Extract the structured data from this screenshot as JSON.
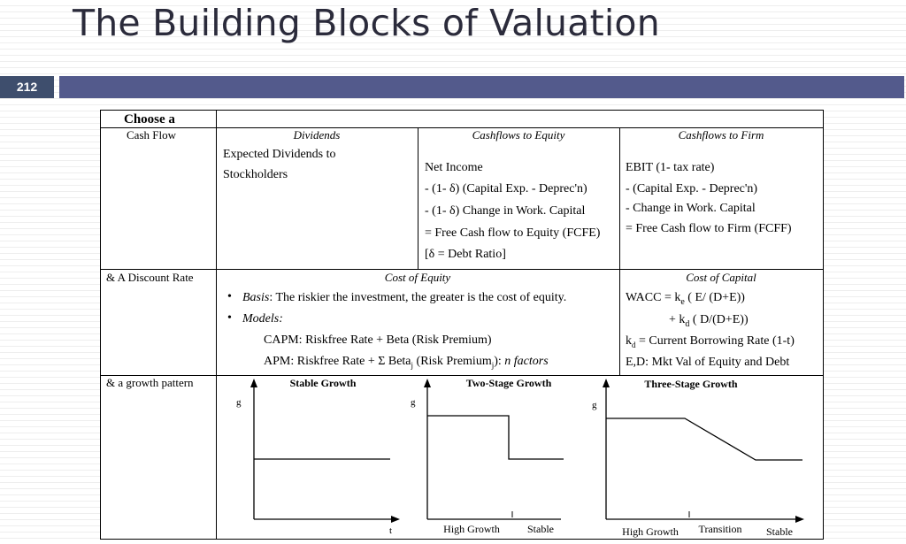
{
  "title": "The Building Blocks of Valuation",
  "slide_number": "212",
  "rows": {
    "cash_flow": {
      "label_top": "Choose a",
      "label_bottom": "Cash Flow"
    },
    "discount_rate": {
      "label": "& A Discount Rate"
    },
    "growth": {
      "label": "& a growth pattern"
    }
  },
  "dividends": {
    "heading": "Dividends",
    "lines": [
      "Expected Dividends to",
      "Stockholders"
    ]
  },
  "fcfe": {
    "heading": "Cashflows to Equity",
    "lines": [
      "Net Income",
      "- (1- δ) (Capital Exp. - Deprec'n)",
      "- (1- δ) Change in Work. Capital",
      "= Free Cash flow to Equity (FCFE)",
      "[δ = Debt Ratio]"
    ]
  },
  "fcff": {
    "heading": "Cashflows to Firm",
    "lines": [
      "EBIT (1- tax rate)",
      "- (Capital Exp. - Deprec'n)",
      "- Change in Work. Capital",
      "= Free Cash flow to Firm (FCFF)"
    ]
  },
  "cost_of_equity": {
    "heading": "Cost of Equity",
    "bullet1_label": "Basis",
    "bullet1_text": ": The riskier the investment, the greater is the cost of equity.",
    "bullet2_label": "Models:",
    "capm": "CAPM: Riskfree Rate + Beta (Risk Premium)",
    "apm_a": "APM: Riskfree Rate + Σ Beta",
    "apm_sub_j1": "j",
    "apm_b": " (Risk Premium",
    "apm_sub_j2": "j",
    "apm_c": "): ",
    "apm_d": "n factors",
    "bullet_char": "•"
  },
  "cost_of_capital": {
    "heading": "Cost of Capital",
    "wacc_a": "WACC = k",
    "wacc_sub_e": "e",
    "wacc_b": " ( E/ (D+E))",
    "kd_a": "+ k",
    "kd_sub_d": "d",
    "kd_b": " ( D/(D+E))",
    "kd_def_a": "k",
    "kd_def_sub": "d",
    "kd_def_b": " = Current Borrowing Rate (1-t)",
    "ed_def": "E,D: Mkt Val of Equity and Debt"
  },
  "graphs": {
    "stable": {
      "title": "Stable Growth",
      "y_label": "g",
      "x_label": "t"
    },
    "two_stage": {
      "title": "Two-Stage Growth",
      "y_label": "g",
      "x_label_1": "High Growth",
      "x_label_2": "Stable"
    },
    "three_stage": {
      "title": "Three-Stage Growth",
      "y_label": "g",
      "x_label_1": "High Growth",
      "x_label_2": "Transition",
      "x_label_3": "Stable"
    }
  }
}
